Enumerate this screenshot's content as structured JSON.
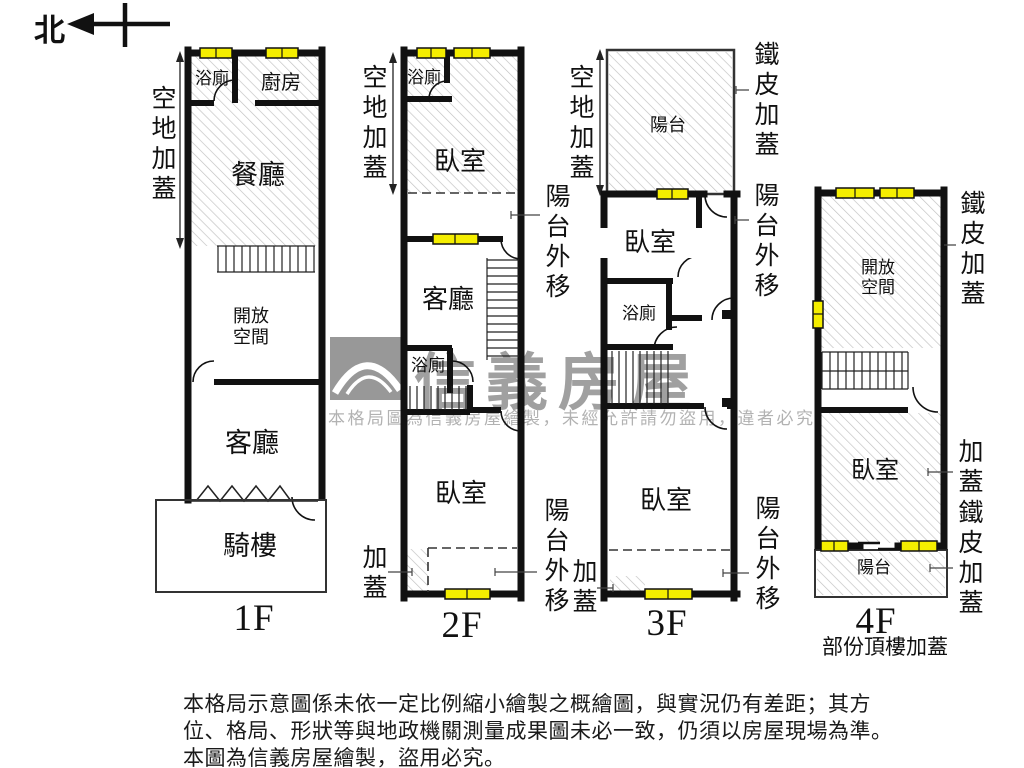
{
  "compass": {
    "north": "北"
  },
  "rooms": {
    "bath": "浴廁",
    "kitchen": "廚房",
    "dining": "餐廳",
    "living": "客廳",
    "bedroom": "臥室",
    "open_space": "開放\n空間",
    "arcade": "騎樓",
    "balcony": "陽台"
  },
  "annotations": {
    "vacant_land_cover": "空地加蓋",
    "metal_roof_cover": "鐵皮加蓋",
    "balcony_extended": "陽台外移",
    "cover": "加蓋",
    "partial_rooftop_cover": "部份頂樓加蓋"
  },
  "floors": {
    "f1": "1F",
    "f2": "2F",
    "f3": "3F",
    "f4": "4F"
  },
  "watermark": {
    "brand": "信義房屋",
    "notice": "本格局圖為信義房屋繪製，未經允許請勿盜用，違者必究"
  },
  "disclaimer": "本格局示意圖係未依一定比例縮小繪製之概繪圖，與實況仍有差距；其方\n位、格局、形狀等與地政機關測量成果圖未必一致，仍須以房屋現場為準。\n本圖為信義房屋繪製，盜用必究。",
  "colors": {
    "wall": "#111111",
    "hatch_line": "#c0c0c0",
    "window_fill": "#f5ee00",
    "watermark_gray": "#a0a0a0",
    "notice_gray": "#b2b2b2"
  }
}
